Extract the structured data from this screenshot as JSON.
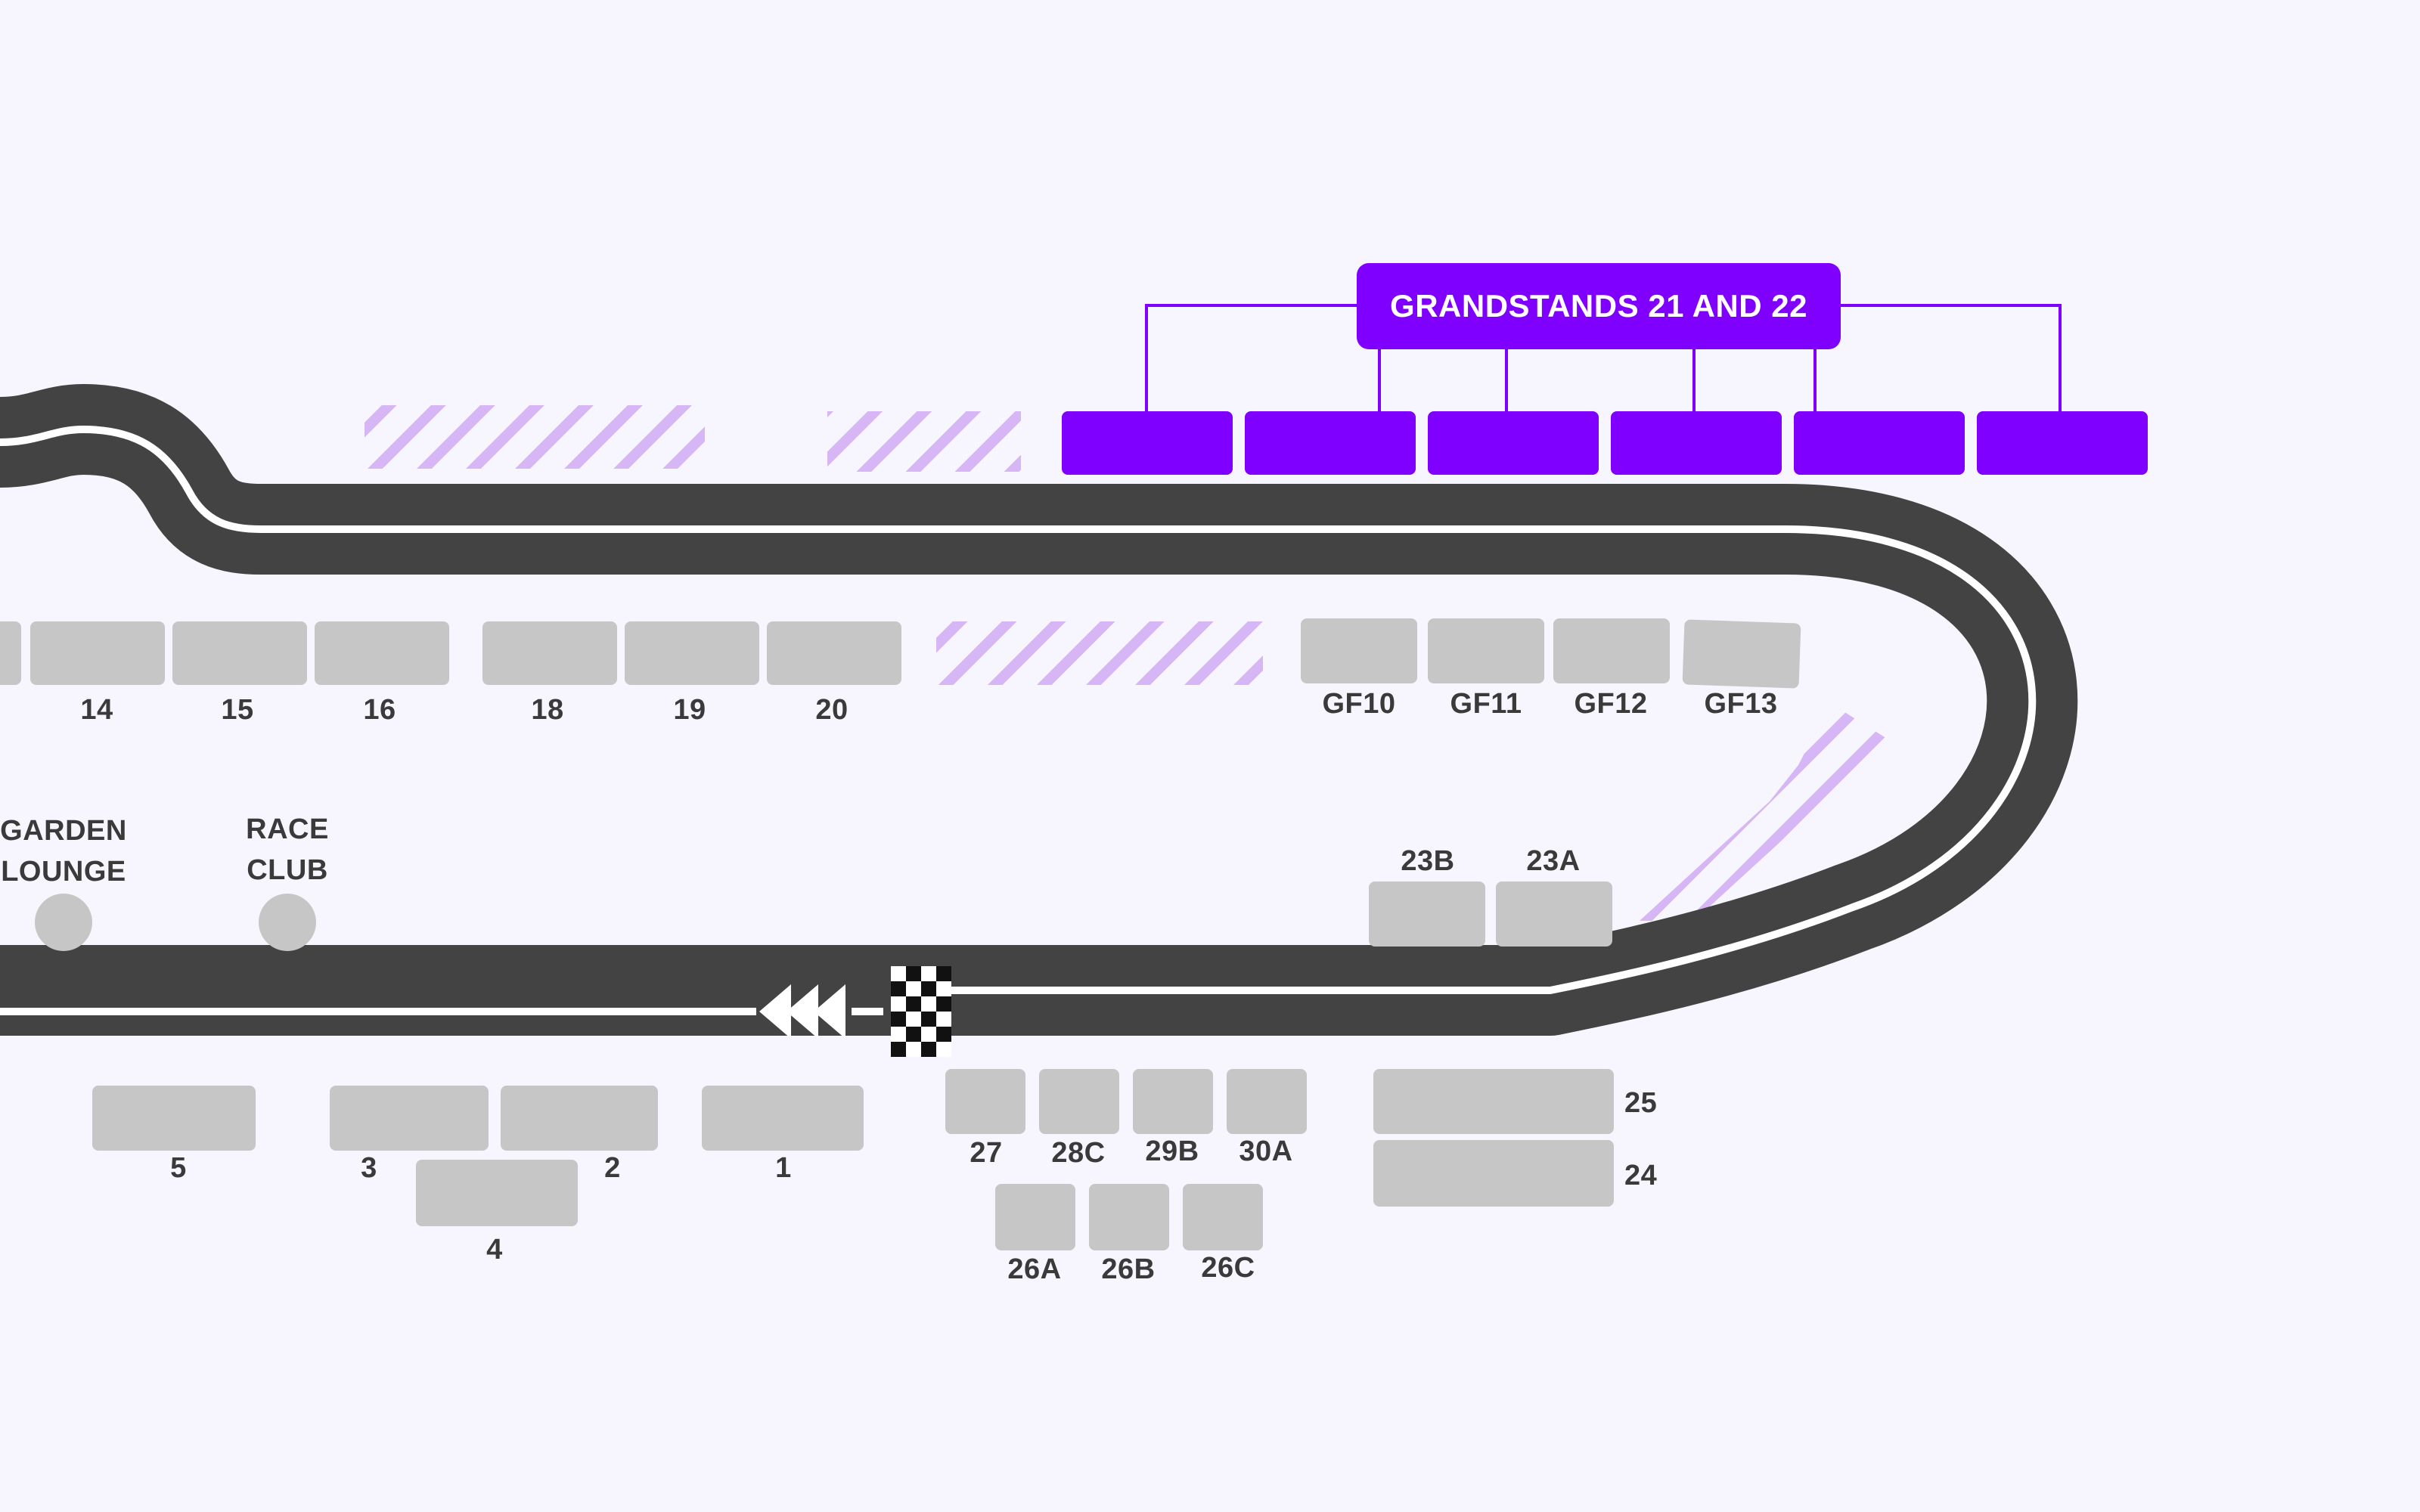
{
  "callout": {
    "label": "GRANDSTANDS 21 AND 22"
  },
  "stands": {
    "s14": "14",
    "s15": "15",
    "s16": "16",
    "s18": "18",
    "s19": "19",
    "s20": "20",
    "gf10": "GF10",
    "gf11": "GF11",
    "gf12": "GF12",
    "gf13": "GF13",
    "s23b": "23B",
    "s23a": "23A",
    "s5": "5",
    "s3": "3",
    "s2": "2",
    "s4": "4",
    "s1": "1",
    "s27": "27",
    "s28c": "28C",
    "s29b": "29B",
    "s30a": "30A",
    "s26a": "26A",
    "s26b": "26B",
    "s26c": "26C",
    "s25": "25",
    "s24": "24"
  },
  "lounges": {
    "garden_line1": "GARDEN",
    "garden_line2": "LOUNGE",
    "race_line1": "RACE",
    "race_line2": "CLUB"
  },
  "colors": {
    "track": "#434343",
    "stand": "#c6c6c6",
    "featured": "#8000ff",
    "hatch": "#d6b6f5",
    "background": "#f7f6fe",
    "text": "#3a3a3a"
  }
}
